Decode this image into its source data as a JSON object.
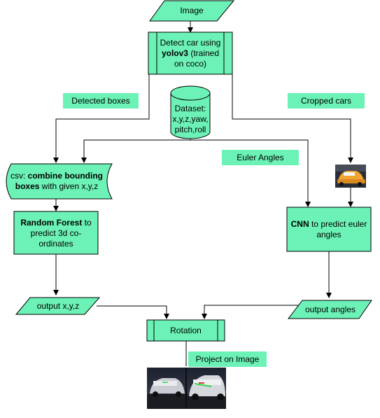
{
  "nodes": {
    "image": "Image",
    "detect_pre": "Detect car using ",
    "detect_bold": "yolov3",
    "detect_post": " (trained on coco)",
    "dataset": "Dataset: x,y,z,yaw, pitch,roll",
    "csv_pre": "csv: ",
    "csv_bold": "combine bounding boxes",
    "csv_post": " with given x,y,z",
    "rf_bold": "Random Forest",
    "rf_post": " to predict 3d co-ordinates",
    "cnn_bold": "CNN",
    "cnn_post": " to predict euler angles",
    "output_xyz": "output x,y,z",
    "output_angles": "output angles",
    "rotation": "Rotation"
  },
  "labels": {
    "detected_boxes": "Detected boxes",
    "cropped_cars": "Cropped cars",
    "euler_angles": "Euler Angles",
    "project_on_image": "Project on Image"
  },
  "colors": {
    "fill": "#6cf2b6",
    "stroke": "#000000"
  }
}
